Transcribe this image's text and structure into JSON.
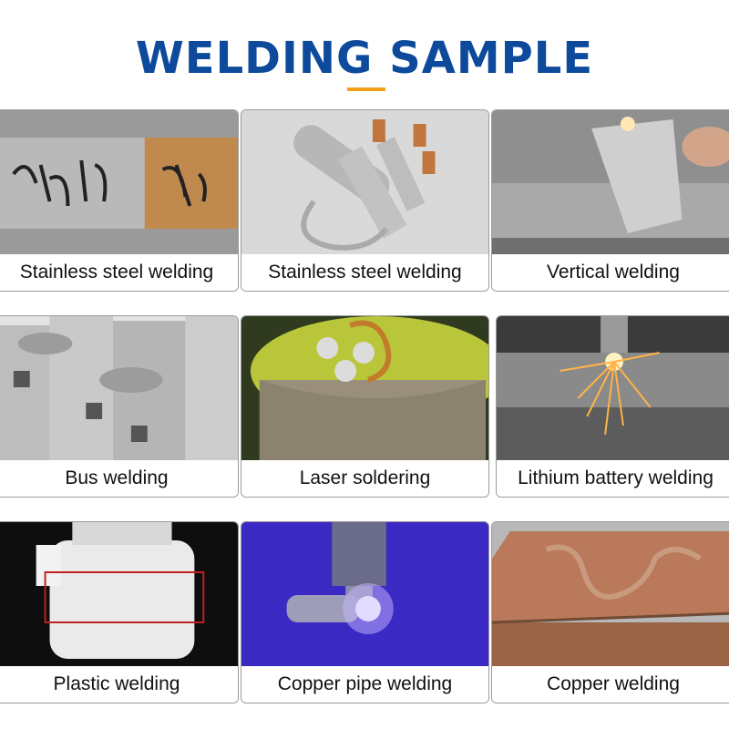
{
  "header": {
    "title": "WELDING SAMPLE"
  },
  "samples": [
    {
      "label": "Stainless steel welding"
    },
    {
      "label": "Stainless steel welding"
    },
    {
      "label": "Vertical welding"
    },
    {
      "label": "Bus welding"
    },
    {
      "label": "Laser soldering"
    },
    {
      "label": "Lithium battery welding"
    },
    {
      "label": "Plastic welding"
    },
    {
      "label": "Copper pipe welding"
    },
    {
      "label": "Copper welding"
    }
  ],
  "colors": {
    "title": "#0d4a9c",
    "accent": "#f5a21b"
  }
}
